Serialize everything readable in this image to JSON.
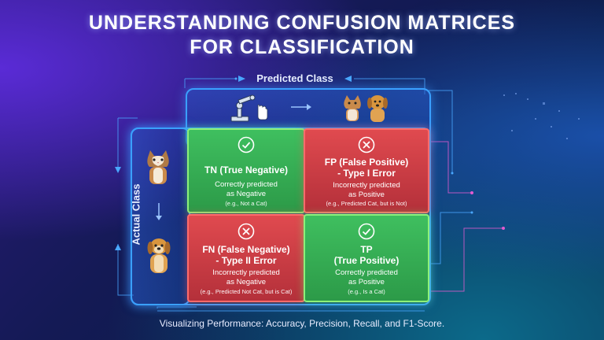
{
  "title": {
    "line1": "UNDERSTANDING CONFUSION MATRICES",
    "line2": "FOR CLASSIFICATION"
  },
  "axes": {
    "predicted": "Predicted Class",
    "actual": "Actual Class"
  },
  "cells": {
    "tn": {
      "heading": "TN (True Negative)",
      "desc_line1": "Correctly predicted",
      "desc_line2": "as Negative",
      "example": "(e.g., Not a Cat)",
      "icon": "check-icon"
    },
    "fp": {
      "heading_line1": "FP (False Positive)",
      "heading_line2": "- Type I Error",
      "desc_line1": "Incorrectly predicted",
      "desc_line2": "as Positive",
      "example": "(e.g., Predicted Cat, but is Not)",
      "icon": "x-icon"
    },
    "fn": {
      "heading_line1": "FN (False Negative)",
      "heading_line2": "- Type II Error",
      "desc_line1": "Incorrectly predicted",
      "desc_line2": "as Negative",
      "example": "(e.g., Predicted Not Cat, but is Cat)",
      "icon": "x-icon"
    },
    "tp": {
      "heading_line1": "TP",
      "heading_line2": "(True Positive)",
      "desc_line1": "Correctly predicted",
      "desc_line2": "as Positive",
      "example": "(e.g., Is a Cat)",
      "icon": "check-icon"
    }
  },
  "footer": "Visualizing Performance: Accuracy, Precision, Recall, and F1-Score.",
  "colors": {
    "green": "#3fbf5f",
    "red": "#e04a4f",
    "accent": "#3aa0ff"
  }
}
